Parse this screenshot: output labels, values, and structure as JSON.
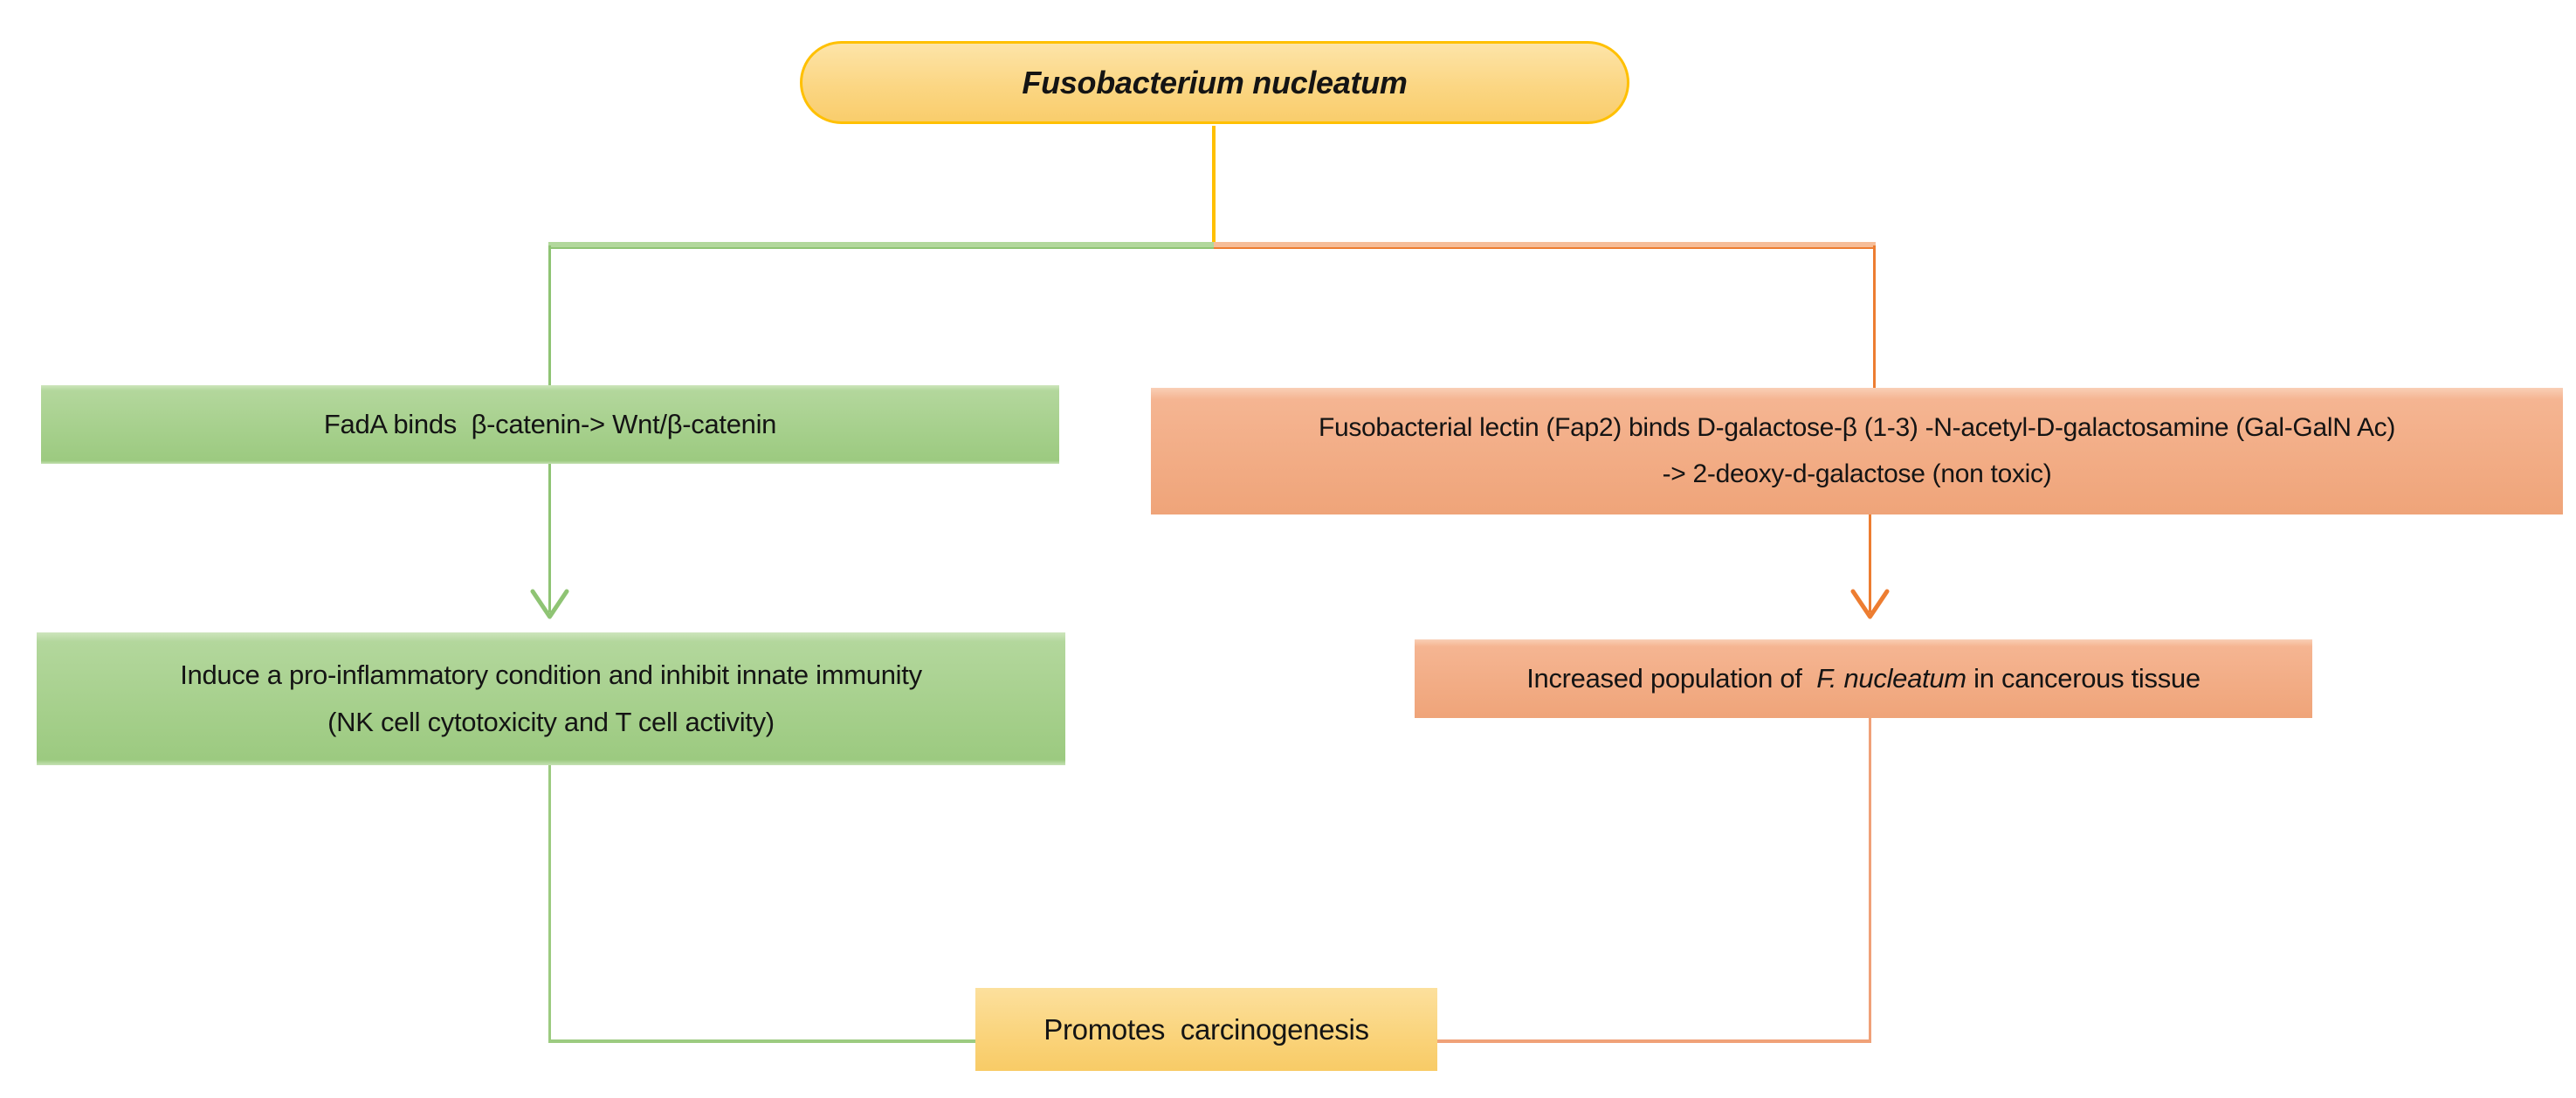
{
  "root_node": {
    "label": "Fusobacterium nucleatum"
  },
  "left_pathway": {
    "box1_label": "FadA binds  β-catenin-> Wnt/β-catenin",
    "box2_line1": "Induce a pro-inflammatory condition and inhibit innate immunity",
    "box2_line2": "(NK cell cytotoxicity and T cell activity)"
  },
  "right_pathway": {
    "box1_line1": "Fusobacterial lectin (Fap2) binds D-galactose-β (1-3) -N-acetyl-D-galactosamine (Gal-GalN Ac)",
    "box1_line2": "-> 2-deoxy-d-galactose (non toxic)",
    "box2_prefix": "Increased population of  ",
    "box2_italic": "F. nucleatum",
    "box2_suffix": " in cancerous tissue"
  },
  "outcome_node": {
    "label": "Promotes  carcinogenesis"
  },
  "colors": {
    "root_fill": "#FBD683",
    "root_border": "#FFC000",
    "green_box_fill": "#A9D18E",
    "green_connector": "#8FC474",
    "orange_box_fill": "#F4B183",
    "orange_connector": "#ED7D31",
    "outcome_fill": "#FAD37A",
    "root_connector": "#FFC000"
  }
}
